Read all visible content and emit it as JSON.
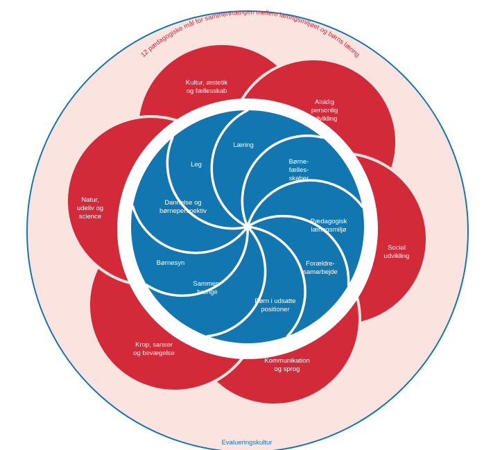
{
  "colors": {
    "outer_ring_fill": "#fbe3df",
    "outer_ring_stroke": "#1277b0",
    "red_petal": "#d22a38",
    "blue_petal": "#1277b0",
    "text_red": "#d22a38",
    "text_white": "#ffffff"
  },
  "outer_ring": {
    "title": "12 pædagogiske mål for sammenhængen mellem læringsmiljøet og børns læring"
  },
  "footer": {
    "label": "Evalueringskultur"
  },
  "red_petals": [
    {
      "label_lines": [
        "Kultur, æstetik",
        "og fællesskab"
      ]
    },
    {
      "label_lines": [
        "Alsidig",
        "personlig",
        "udvikling"
      ]
    },
    {
      "label_lines": [
        "Social",
        "udvikling"
      ]
    },
    {
      "label_lines": [
        "Kommunikation",
        "og sprog"
      ]
    },
    {
      "label_lines": [
        "Krop, sanser",
        "og bevægelse"
      ]
    },
    {
      "label_lines": [
        "Natur,",
        "udeliv og",
        "science"
      ]
    }
  ],
  "blue_petals": [
    {
      "label_lines": [
        "Læring"
      ]
    },
    {
      "label_lines": [
        "Børne-",
        "fælles-",
        "skaber"
      ]
    },
    {
      "label_lines": [
        "Pædagogisk",
        "læringsmiljø"
      ]
    },
    {
      "label_lines": [
        "Forældre-",
        "samarbejde"
      ]
    },
    {
      "label_lines": [
        "Børn i udsatte",
        "positioner"
      ]
    },
    {
      "label_lines": [
        "Sammen-",
        "hænge"
      ]
    },
    {
      "label_lines": [
        "Børnesyn"
      ]
    },
    {
      "label_lines": [
        "Dannelse og",
        "børneperspektiv"
      ]
    },
    {
      "label_lines": [
        "Leg"
      ]
    }
  ]
}
